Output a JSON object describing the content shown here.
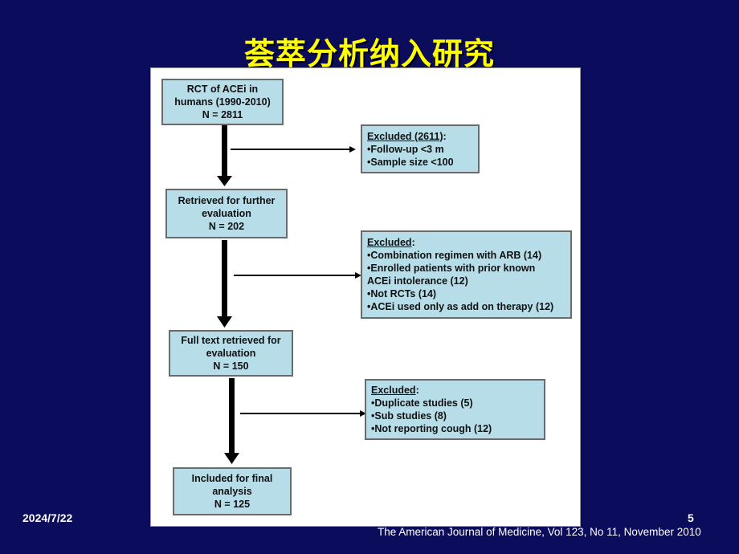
{
  "title": "荟萃分析纳入研究",
  "flowchart": {
    "stages": [
      {
        "lines": [
          "RCT of ACEi in",
          "humans (1990-2010)",
          "N = 2811"
        ]
      },
      {
        "lines": [
          "Retrieved for further",
          "evaluation",
          "N = 202"
        ]
      },
      {
        "lines": [
          "Full text retrieved for",
          "evaluation",
          "N = 150"
        ]
      },
      {
        "lines": [
          "Included for final",
          "analysis",
          "N = 125"
        ]
      }
    ],
    "exclusions": [
      {
        "heading": "Excluded (2611)",
        "suffix": ":",
        "items": [
          "•Follow-up <3 m",
          "•Sample size <100"
        ]
      },
      {
        "heading": "Excluded",
        "suffix": ":",
        "items": [
          "•Combination regimen with ARB (14)",
          "•Enrolled patients with prior known",
          "ACEi intolerance (12)",
          "•Not RCTs (14)",
          "•ACEi used only as add on therapy (12)"
        ]
      },
      {
        "heading": "Excluded",
        "suffix": ":",
        "items": [
          "•Duplicate studies (5)",
          "•Sub studies (8)",
          "•Not reporting cough (12)"
        ]
      }
    ]
  },
  "footer": {
    "date": "2024/7/22",
    "page": "5",
    "citation": "The American Journal of Medicine, Vol 123, No 11, November 2010"
  },
  "colors": {
    "background": "#0c0c5c",
    "title": "#ffff00",
    "box_fill": "#b7dde8",
    "box_border": "#6b6b6b",
    "arrow": "#000000"
  }
}
